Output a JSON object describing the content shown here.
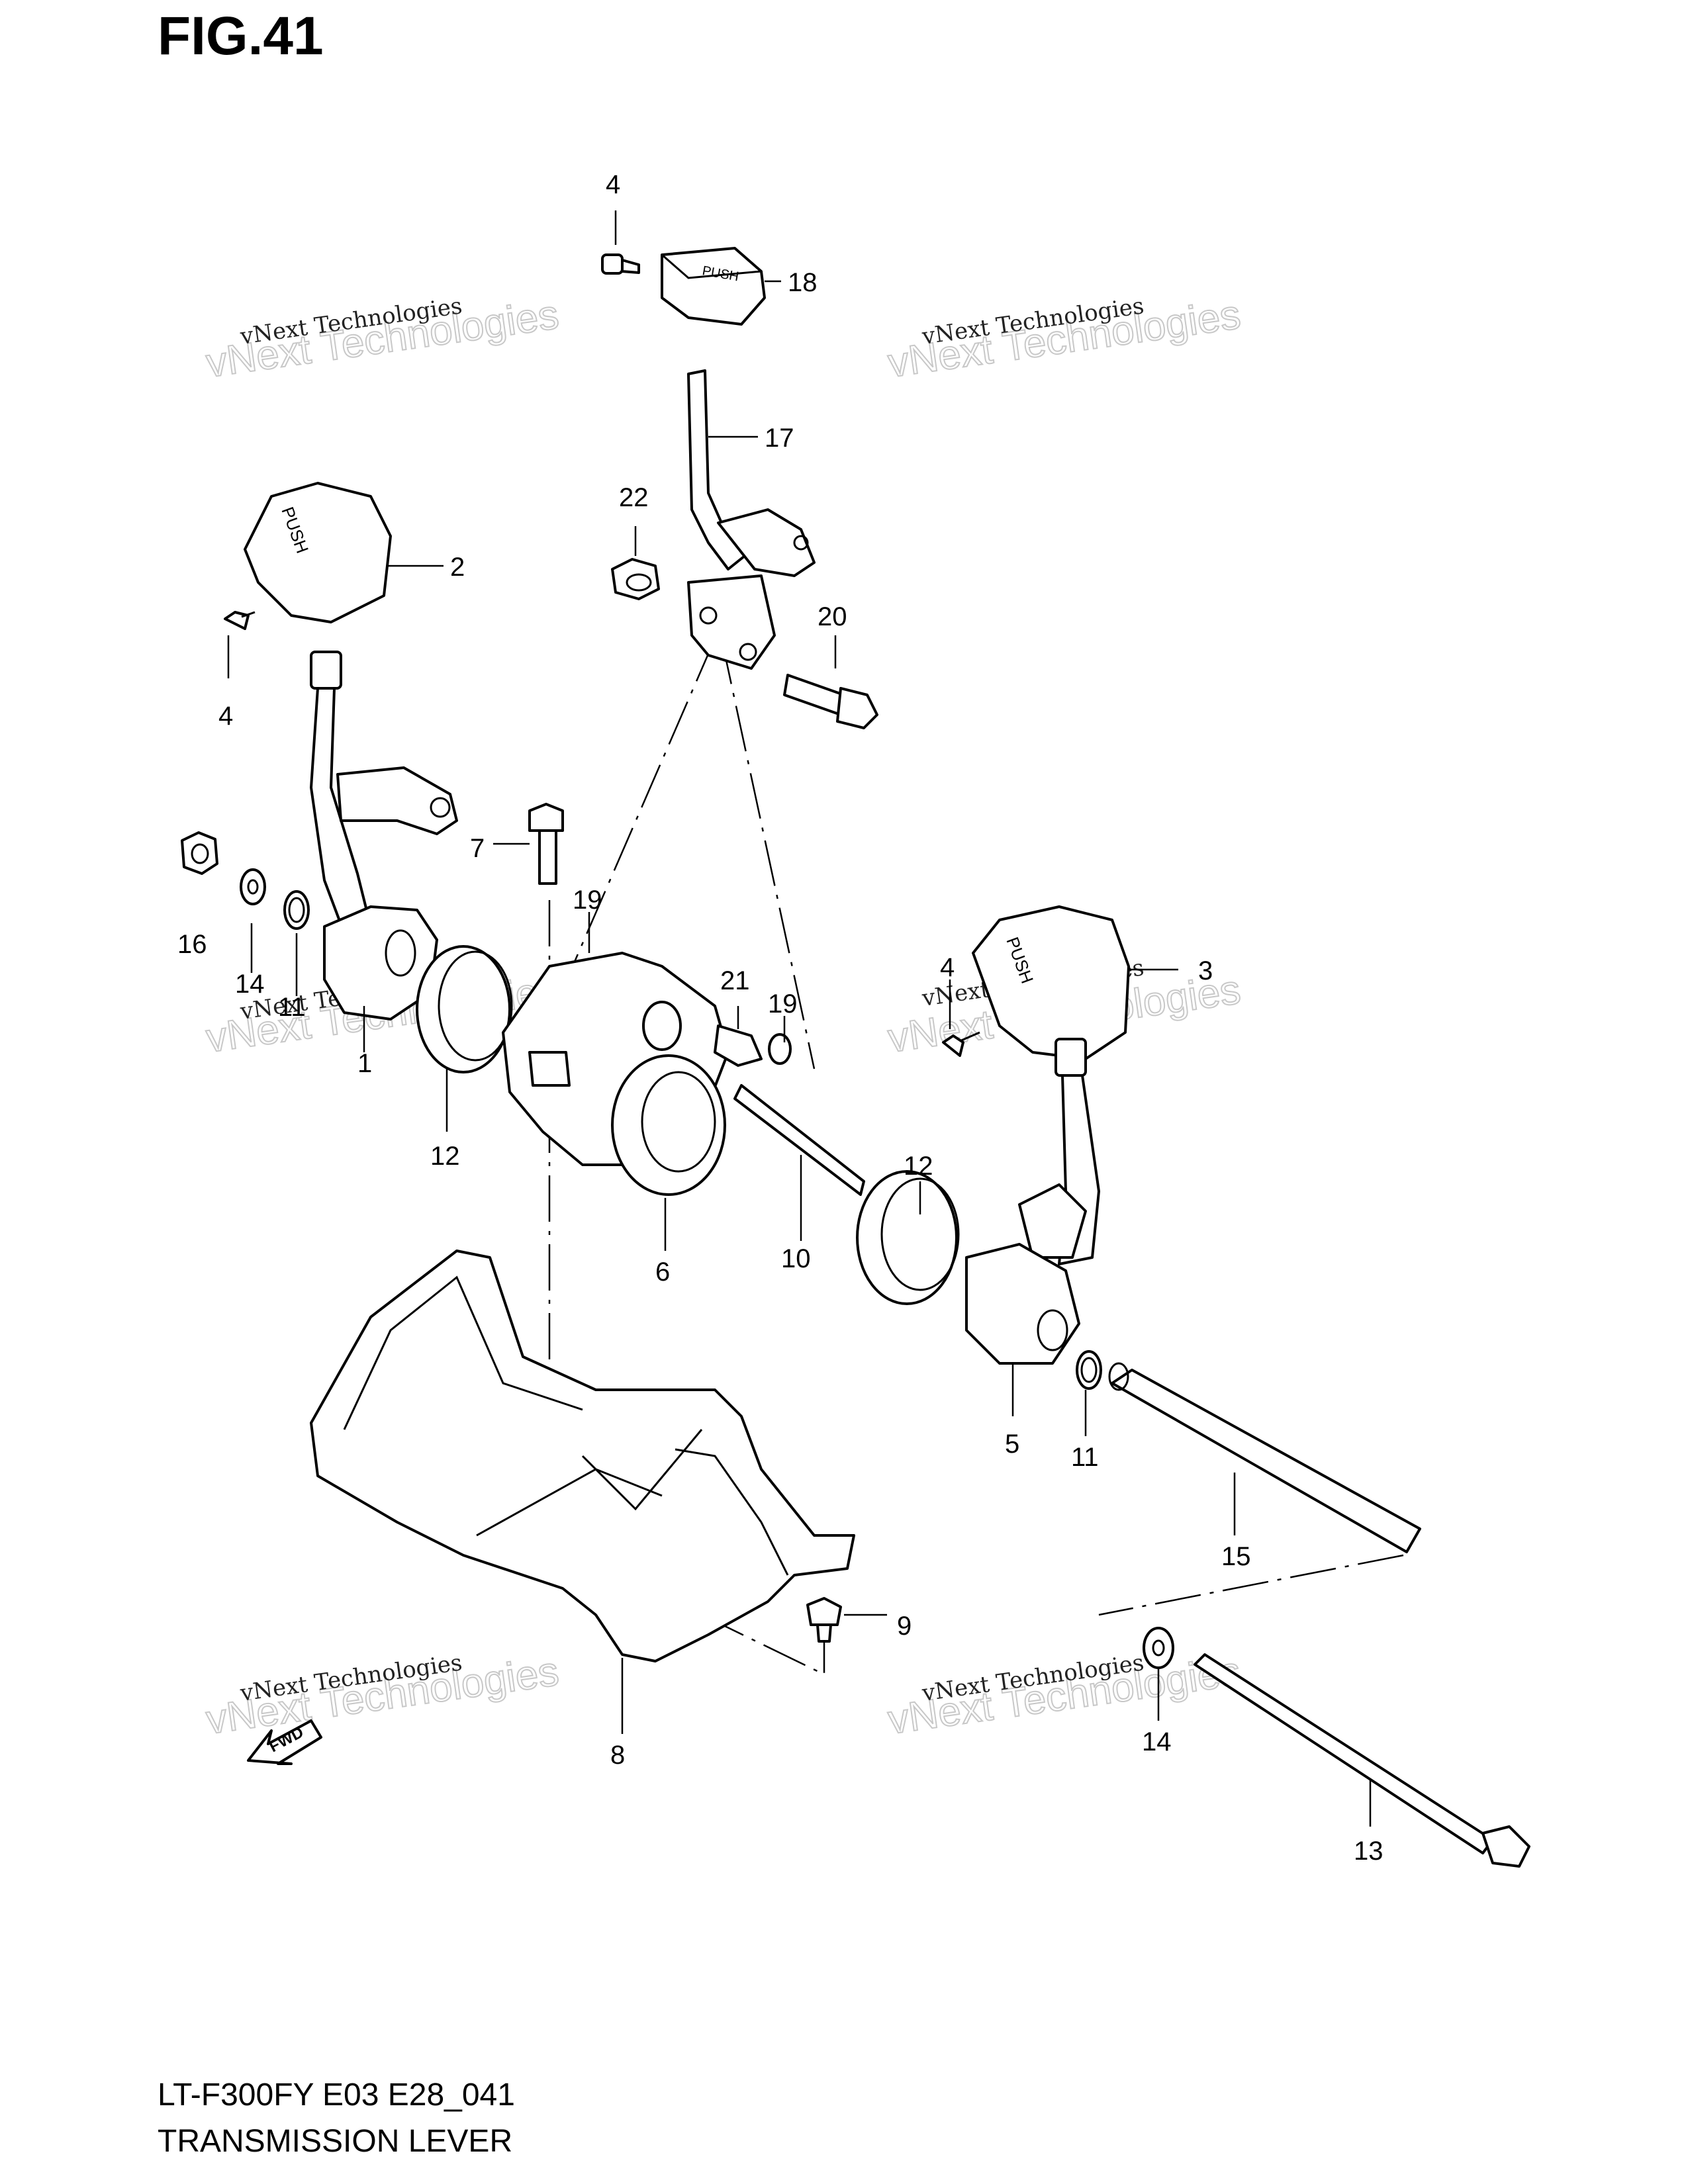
{
  "figure_title": "FIG.41",
  "model_code": "LT-F300FY E03 E28_041",
  "caption": "TRANSMISSION LEVER",
  "knob_text": "PUSH",
  "direction_arrow_text": "FWD",
  "watermark": {
    "line1": "vNext Technologies",
    "line2": "vNext Technologies"
  },
  "callouts": {
    "c1": "1",
    "c2": "2",
    "c3": "3",
    "c4a": "4",
    "c4b": "4",
    "c4c": "4",
    "c5": "5",
    "c6": "6",
    "c7": "7",
    "c8": "8",
    "c9": "9",
    "c10": "10",
    "c11a": "11",
    "c11b": "11",
    "c12a": "12",
    "c12b": "12",
    "c13": "13",
    "c14a": "14",
    "c14b": "14",
    "c15": "15",
    "c16": "16",
    "c17": "17",
    "c18": "18",
    "c19a": "19",
    "c19b": "19",
    "c20": "20",
    "c21": "21",
    "c22": "22"
  }
}
